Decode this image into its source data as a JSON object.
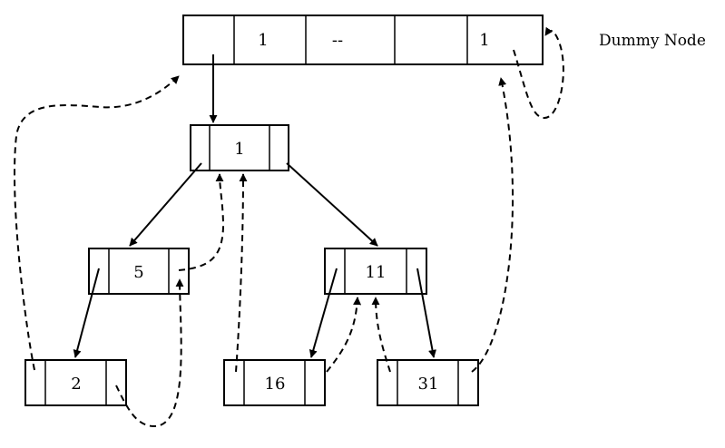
{
  "caption": "Dummy Node",
  "dummy": [
    "",
    "1",
    "--",
    "",
    "1"
  ],
  "nodes": {
    "root": "1",
    "n5": "5",
    "n11": "11",
    "n2": "2",
    "n16": "16",
    "n31": "31"
  }
}
